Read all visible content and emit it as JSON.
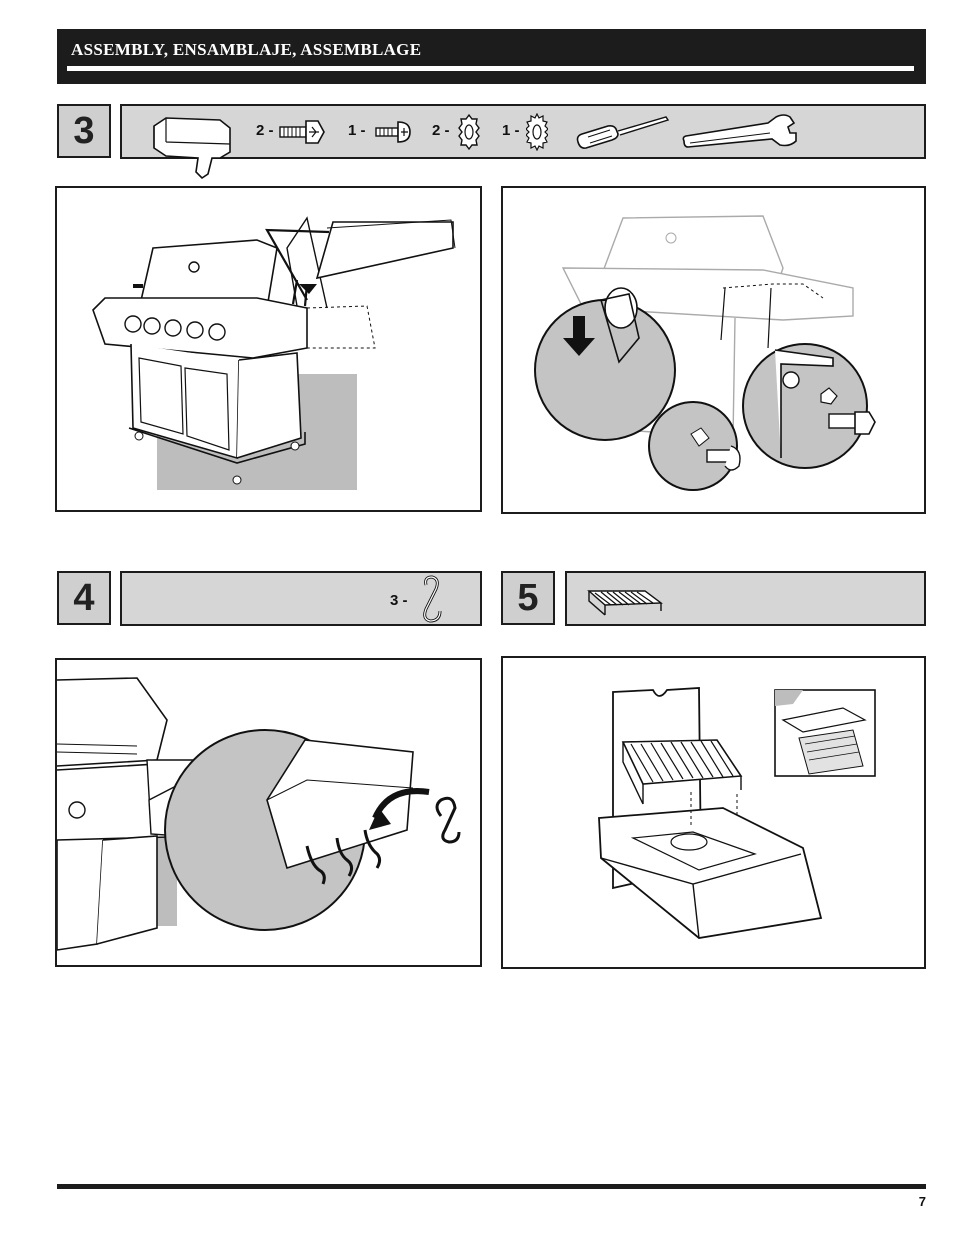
{
  "header": {
    "title": "ASSEMBLY, ENSAMBLAJE, ASSEMBLAGE"
  },
  "steps": [
    {
      "number": "3",
      "parts": [
        {
          "qty": "2 -",
          "icon": "hex-bolt-icon"
        },
        {
          "qty": "1 -",
          "icon": "round-head-screw-icon"
        },
        {
          "qty": "2 -",
          "icon": "lock-washer-icon"
        },
        {
          "qty": "1 -",
          "icon": "star-washer-icon"
        }
      ],
      "tools": [
        "screwdriver-icon",
        "wrench-icon"
      ]
    },
    {
      "number": "4",
      "parts": [
        {
          "qty": "3 -",
          "icon": "s-hook-icon"
        }
      ]
    },
    {
      "number": "5",
      "parts": [
        {
          "icon": "cooking-grate-icon"
        }
      ]
    }
  ],
  "page_number": "7"
}
